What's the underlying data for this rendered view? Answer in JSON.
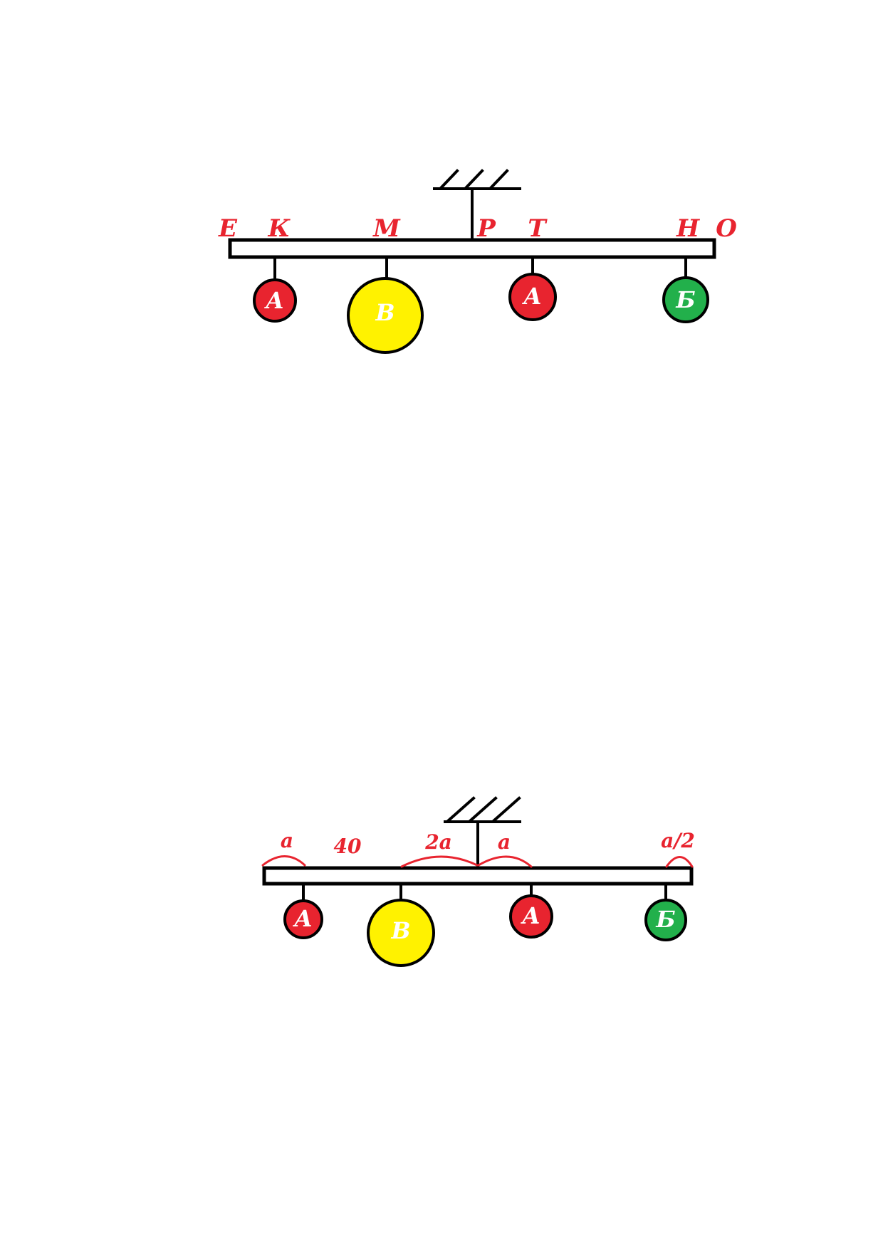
{
  "diagram_top": {
    "point_labels": [
      "Е",
      "К",
      "М",
      "Р",
      "Т",
      "Н",
      "О"
    ],
    "weights": [
      {
        "label": "А",
        "color": "#e8242f"
      },
      {
        "label": "В",
        "color": "#fff200"
      },
      {
        "label": "А",
        "color": "#e8242f"
      },
      {
        "label": "Б",
        "color": "#22b04b"
      }
    ]
  },
  "diagram_bottom": {
    "segment_labels": [
      "a",
      "40",
      "2a",
      "a",
      "a/2"
    ],
    "weights": [
      {
        "label": "А",
        "color": "#e8242f"
      },
      {
        "label": "В",
        "color": "#fff200"
      },
      {
        "label": "А",
        "color": "#e8242f"
      },
      {
        "label": "Б",
        "color": "#22b04b"
      }
    ]
  },
  "colors": {
    "label": "#e8242f",
    "outline": "#000000"
  }
}
